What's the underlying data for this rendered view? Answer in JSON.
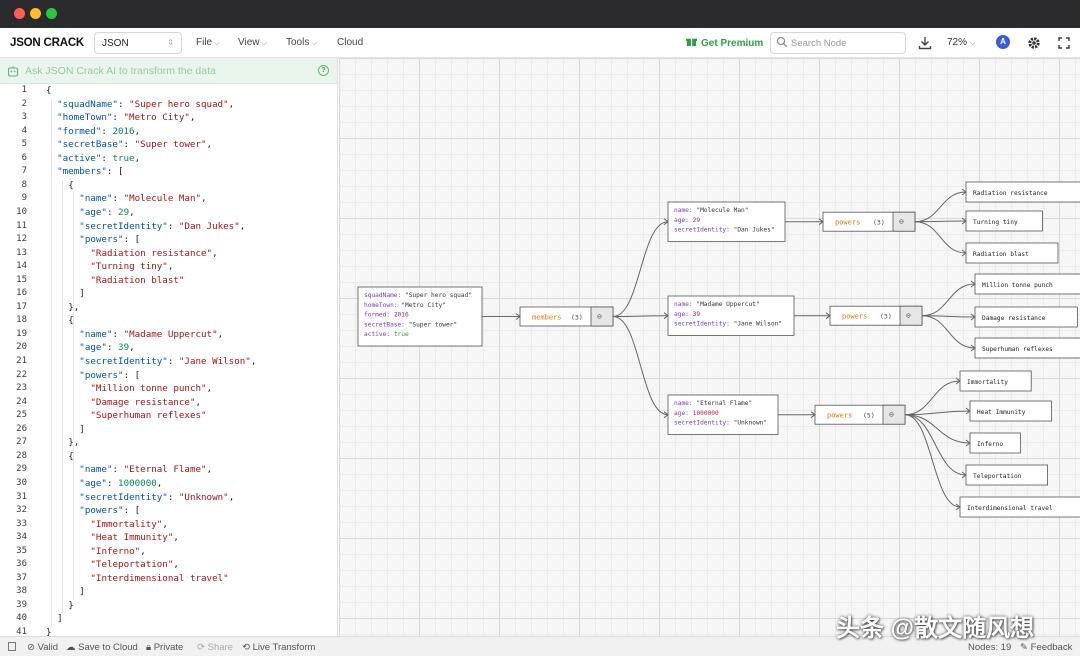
{
  "window": {
    "dots": [
      "#ff5f57",
      "#febc2e",
      "#28c840"
    ]
  },
  "toolbar": {
    "logo": "JSON CRACK",
    "format": "JSON",
    "menus": [
      {
        "label": "File",
        "caret": "⌵"
      },
      {
        "label": "View",
        "caret": "⌵"
      },
      {
        "label": "Tools",
        "caret": "⌵"
      },
      {
        "label": "Cloud",
        "caret": ""
      }
    ],
    "premium": "Get Premium",
    "search_placeholder": "Search Node",
    "zoom": "72%",
    "avatar": "A"
  },
  "ai_bar": {
    "placeholder": "Ask JSON Crack AI to transform the data",
    "help": "?"
  },
  "code_lines": [
    {
      "n": "1",
      "i": 0,
      "t": [
        [
          "p",
          "{"
        ]
      ]
    },
    {
      "n": "2",
      "i": 1,
      "t": [
        [
          "k",
          "\"squadName\""
        ],
        [
          "p",
          ": "
        ],
        [
          "s",
          "\"Super hero squad\""
        ],
        [
          "p",
          ","
        ]
      ]
    },
    {
      "n": "3",
      "i": 1,
      "t": [
        [
          "k",
          "\"homeTown\""
        ],
        [
          "p",
          ": "
        ],
        [
          "s",
          "\"Metro City\""
        ],
        [
          "p",
          ","
        ]
      ]
    },
    {
      "n": "4",
      "i": 1,
      "t": [
        [
          "k",
          "\"formed\""
        ],
        [
          "p",
          ": "
        ],
        [
          "n",
          "2016"
        ],
        [
          "p",
          ","
        ]
      ]
    },
    {
      "n": "5",
      "i": 1,
      "t": [
        [
          "k",
          "\"secretBase\""
        ],
        [
          "p",
          ": "
        ],
        [
          "s",
          "\"Super tower\""
        ],
        [
          "p",
          ","
        ]
      ]
    },
    {
      "n": "6",
      "i": 1,
      "t": [
        [
          "k",
          "\"active\""
        ],
        [
          "p",
          ": "
        ],
        [
          "n",
          "true"
        ],
        [
          "p",
          ","
        ]
      ]
    },
    {
      "n": "7",
      "i": 1,
      "t": [
        [
          "k",
          "\"members\""
        ],
        [
          "p",
          ": ["
        ]
      ]
    },
    {
      "n": "8",
      "i": 2,
      "t": [
        [
          "p",
          "{"
        ]
      ]
    },
    {
      "n": "9",
      "i": 3,
      "t": [
        [
          "k",
          "\"name\""
        ],
        [
          "p",
          ": "
        ],
        [
          "s",
          "\"Molecule Man\""
        ],
        [
          "p",
          ","
        ]
      ]
    },
    {
      "n": "10",
      "i": 3,
      "t": [
        [
          "k",
          "\"age\""
        ],
        [
          "p",
          ": "
        ],
        [
          "n",
          "29"
        ],
        [
          "p",
          ","
        ]
      ]
    },
    {
      "n": "11",
      "i": 3,
      "t": [
        [
          "k",
          "\"secretIdentity\""
        ],
        [
          "p",
          ": "
        ],
        [
          "s",
          "\"Dan Jukes\""
        ],
        [
          "p",
          ","
        ]
      ]
    },
    {
      "n": "12",
      "i": 3,
      "t": [
        [
          "k",
          "\"powers\""
        ],
        [
          "p",
          ": ["
        ]
      ]
    },
    {
      "n": "13",
      "i": 4,
      "t": [
        [
          "s",
          "\"Radiation resistance\""
        ],
        [
          "p",
          ","
        ]
      ]
    },
    {
      "n": "14",
      "i": 4,
      "t": [
        [
          "s",
          "\"Turning tiny\""
        ],
        [
          "p",
          ","
        ]
      ]
    },
    {
      "n": "15",
      "i": 4,
      "t": [
        [
          "s",
          "\"Radiation blast\""
        ]
      ]
    },
    {
      "n": "16",
      "i": 3,
      "t": [
        [
          "p",
          "]"
        ]
      ]
    },
    {
      "n": "17",
      "i": 2,
      "t": [
        [
          "p",
          "},"
        ]
      ]
    },
    {
      "n": "18",
      "i": 2,
      "t": [
        [
          "p",
          "{"
        ]
      ]
    },
    {
      "n": "19",
      "i": 3,
      "t": [
        [
          "k",
          "\"name\""
        ],
        [
          "p",
          ": "
        ],
        [
          "s",
          "\"Madame Uppercut\""
        ],
        [
          "p",
          ","
        ]
      ]
    },
    {
      "n": "20",
      "i": 3,
      "t": [
        [
          "k",
          "\"age\""
        ],
        [
          "p",
          ": "
        ],
        [
          "n",
          "39"
        ],
        [
          "p",
          ","
        ]
      ]
    },
    {
      "n": "21",
      "i": 3,
      "t": [
        [
          "k",
          "\"secretIdentity\""
        ],
        [
          "p",
          ": "
        ],
        [
          "s",
          "\"Jane Wilson\""
        ],
        [
          "p",
          ","
        ]
      ]
    },
    {
      "n": "22",
      "i": 3,
      "t": [
        [
          "k",
          "\"powers\""
        ],
        [
          "p",
          ": ["
        ]
      ]
    },
    {
      "n": "23",
      "i": 4,
      "t": [
        [
          "s",
          "\"Million tonne punch\""
        ],
        [
          "p",
          ","
        ]
      ]
    },
    {
      "n": "24",
      "i": 4,
      "t": [
        [
          "s",
          "\"Damage resistance\""
        ],
        [
          "p",
          ","
        ]
      ]
    },
    {
      "n": "25",
      "i": 4,
      "t": [
        [
          "s",
          "\"Superhuman reflexes\""
        ]
      ]
    },
    {
      "n": "26",
      "i": 3,
      "t": [
        [
          "p",
          "]"
        ]
      ]
    },
    {
      "n": "27",
      "i": 2,
      "t": [
        [
          "p",
          "},"
        ]
      ]
    },
    {
      "n": "28",
      "i": 2,
      "t": [
        [
          "p",
          "{"
        ]
      ]
    },
    {
      "n": "29",
      "i": 3,
      "t": [
        [
          "k",
          "\"name\""
        ],
        [
          "p",
          ": "
        ],
        [
          "s",
          "\"Eternal Flame\""
        ],
        [
          "p",
          ","
        ]
      ]
    },
    {
      "n": "30",
      "i": 3,
      "t": [
        [
          "k",
          "\"age\""
        ],
        [
          "p",
          ": "
        ],
        [
          "n",
          "1000000"
        ],
        [
          "p",
          ","
        ]
      ]
    },
    {
      "n": "31",
      "i": 3,
      "t": [
        [
          "k",
          "\"secretIdentity\""
        ],
        [
          "p",
          ": "
        ],
        [
          "s",
          "\"Unknown\""
        ],
        [
          "p",
          ","
        ]
      ]
    },
    {
      "n": "32",
      "i": 3,
      "t": [
        [
          "k",
          "\"powers\""
        ],
        [
          "p",
          ": ["
        ]
      ]
    },
    {
      "n": "33",
      "i": 4,
      "t": [
        [
          "s",
          "\"Immortality\""
        ],
        [
          "p",
          ","
        ]
      ]
    },
    {
      "n": "34",
      "i": 4,
      "t": [
        [
          "s",
          "\"Heat Immunity\""
        ],
        [
          "p",
          ","
        ]
      ]
    },
    {
      "n": "35",
      "i": 4,
      "t": [
        [
          "s",
          "\"Inferno\""
        ],
        [
          "p",
          ","
        ]
      ]
    },
    {
      "n": "36",
      "i": 4,
      "t": [
        [
          "s",
          "\"Teleportation\""
        ],
        [
          "p",
          ","
        ]
      ]
    },
    {
      "n": "37",
      "i": 4,
      "t": [
        [
          "s",
          "\"Interdimensional travel\""
        ]
      ]
    },
    {
      "n": "38",
      "i": 3,
      "t": [
        [
          "p",
          "]"
        ]
      ]
    },
    {
      "n": "39",
      "i": 2,
      "t": [
        [
          "p",
          "}"
        ]
      ]
    },
    {
      "n": "40",
      "i": 1,
      "t": [
        [
          "p",
          "]"
        ]
      ]
    },
    {
      "n": "41",
      "i": 0,
      "t": [
        [
          "p",
          "}"
        ]
      ]
    }
  ],
  "graph": {
    "root": [
      {
        "k": "squadName",
        "v": "\"Super hero squad\"",
        "t": "s"
      },
      {
        "k": "homeTown",
        "v": "\"Metro City\"",
        "t": "s"
      },
      {
        "k": "formed",
        "v": "2016",
        "t": "num"
      },
      {
        "k": "secretBase",
        "v": "\"Super tower\"",
        "t": "s"
      },
      {
        "k": "active",
        "v": "true",
        "t": "bool"
      }
    ],
    "members": {
      "label": "members",
      "count": "(3)"
    },
    "heroes": [
      {
        "rows": [
          {
            "k": "name",
            "v": "\"Molecule Man\"",
            "t": "s"
          },
          {
            "k": "age",
            "v": "29",
            "t": "num"
          },
          {
            "k": "secretIdentity",
            "v": "\"Dan Jukes\"",
            "t": "s"
          }
        ],
        "powers": {
          "label": "powers",
          "count": "(3)",
          "items": [
            "Radiation resistance",
            "Turning tiny",
            "Radiation blast"
          ]
        }
      },
      {
        "rows": [
          {
            "k": "name",
            "v": "\"Madame Uppercut\"",
            "t": "s"
          },
          {
            "k": "age",
            "v": "39",
            "t": "num"
          },
          {
            "k": "secretIdentity",
            "v": "\"Jane Wilson\"",
            "t": "s"
          }
        ],
        "powers": {
          "label": "powers",
          "count": "(3)",
          "items": [
            "Million tonne punch",
            "Damage resistance",
            "Superhuman reflexes"
          ]
        }
      },
      {
        "rows": [
          {
            "k": "name",
            "v": "\"Eternal Flame\"",
            "t": "s"
          },
          {
            "k": "age",
            "v": "1000000",
            "t": "num"
          },
          {
            "k": "secretIdentity",
            "v": "\"Unknown\"",
            "t": "s"
          }
        ],
        "powers": {
          "label": "powers",
          "count": "(5)",
          "items": [
            "Immortality",
            "Heat Immunity",
            "Inferno",
            "Teleportation",
            "Interdimensional travel"
          ]
        }
      }
    ]
  },
  "status": {
    "valid": "Valid",
    "save": "Save to Cloud",
    "private": "Private",
    "share": "Share",
    "live": "Live Transform",
    "nodes": "Nodes: 19",
    "feedback": "Feedback"
  },
  "watermark": "头条 @散文随风想",
  "colors": {
    "key": "#0451a5",
    "string": "#a31515",
    "number": "#098658",
    "graph_key": "#7a3cc4",
    "graph_num": "#c2185b",
    "graph_bool": "#2e9e3a",
    "graph_parent": "#e07a10",
    "premium": "#2f9e44"
  }
}
